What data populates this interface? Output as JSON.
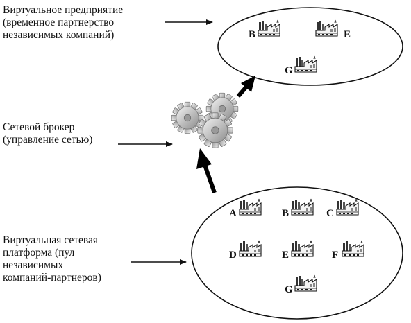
{
  "labels": {
    "virtual_enterprise": [
      "Виртуальное предприятие",
      "(временное партнерство",
      "независимых компаний)"
    ],
    "broker": [
      "Сетевой брокер",
      "(управление сетью)"
    ],
    "platform": [
      "Виртуальная сетевая",
      "платформа (пул",
      "независимых",
      "компаний-партнеров)"
    ]
  },
  "enterprise_companies": [
    "B",
    "E",
    "G"
  ],
  "platform_companies": [
    "A",
    "B",
    "C",
    "D",
    "E",
    "F",
    "G"
  ],
  "icons": {
    "company": "factory-icon",
    "broker": "gears-icon"
  }
}
